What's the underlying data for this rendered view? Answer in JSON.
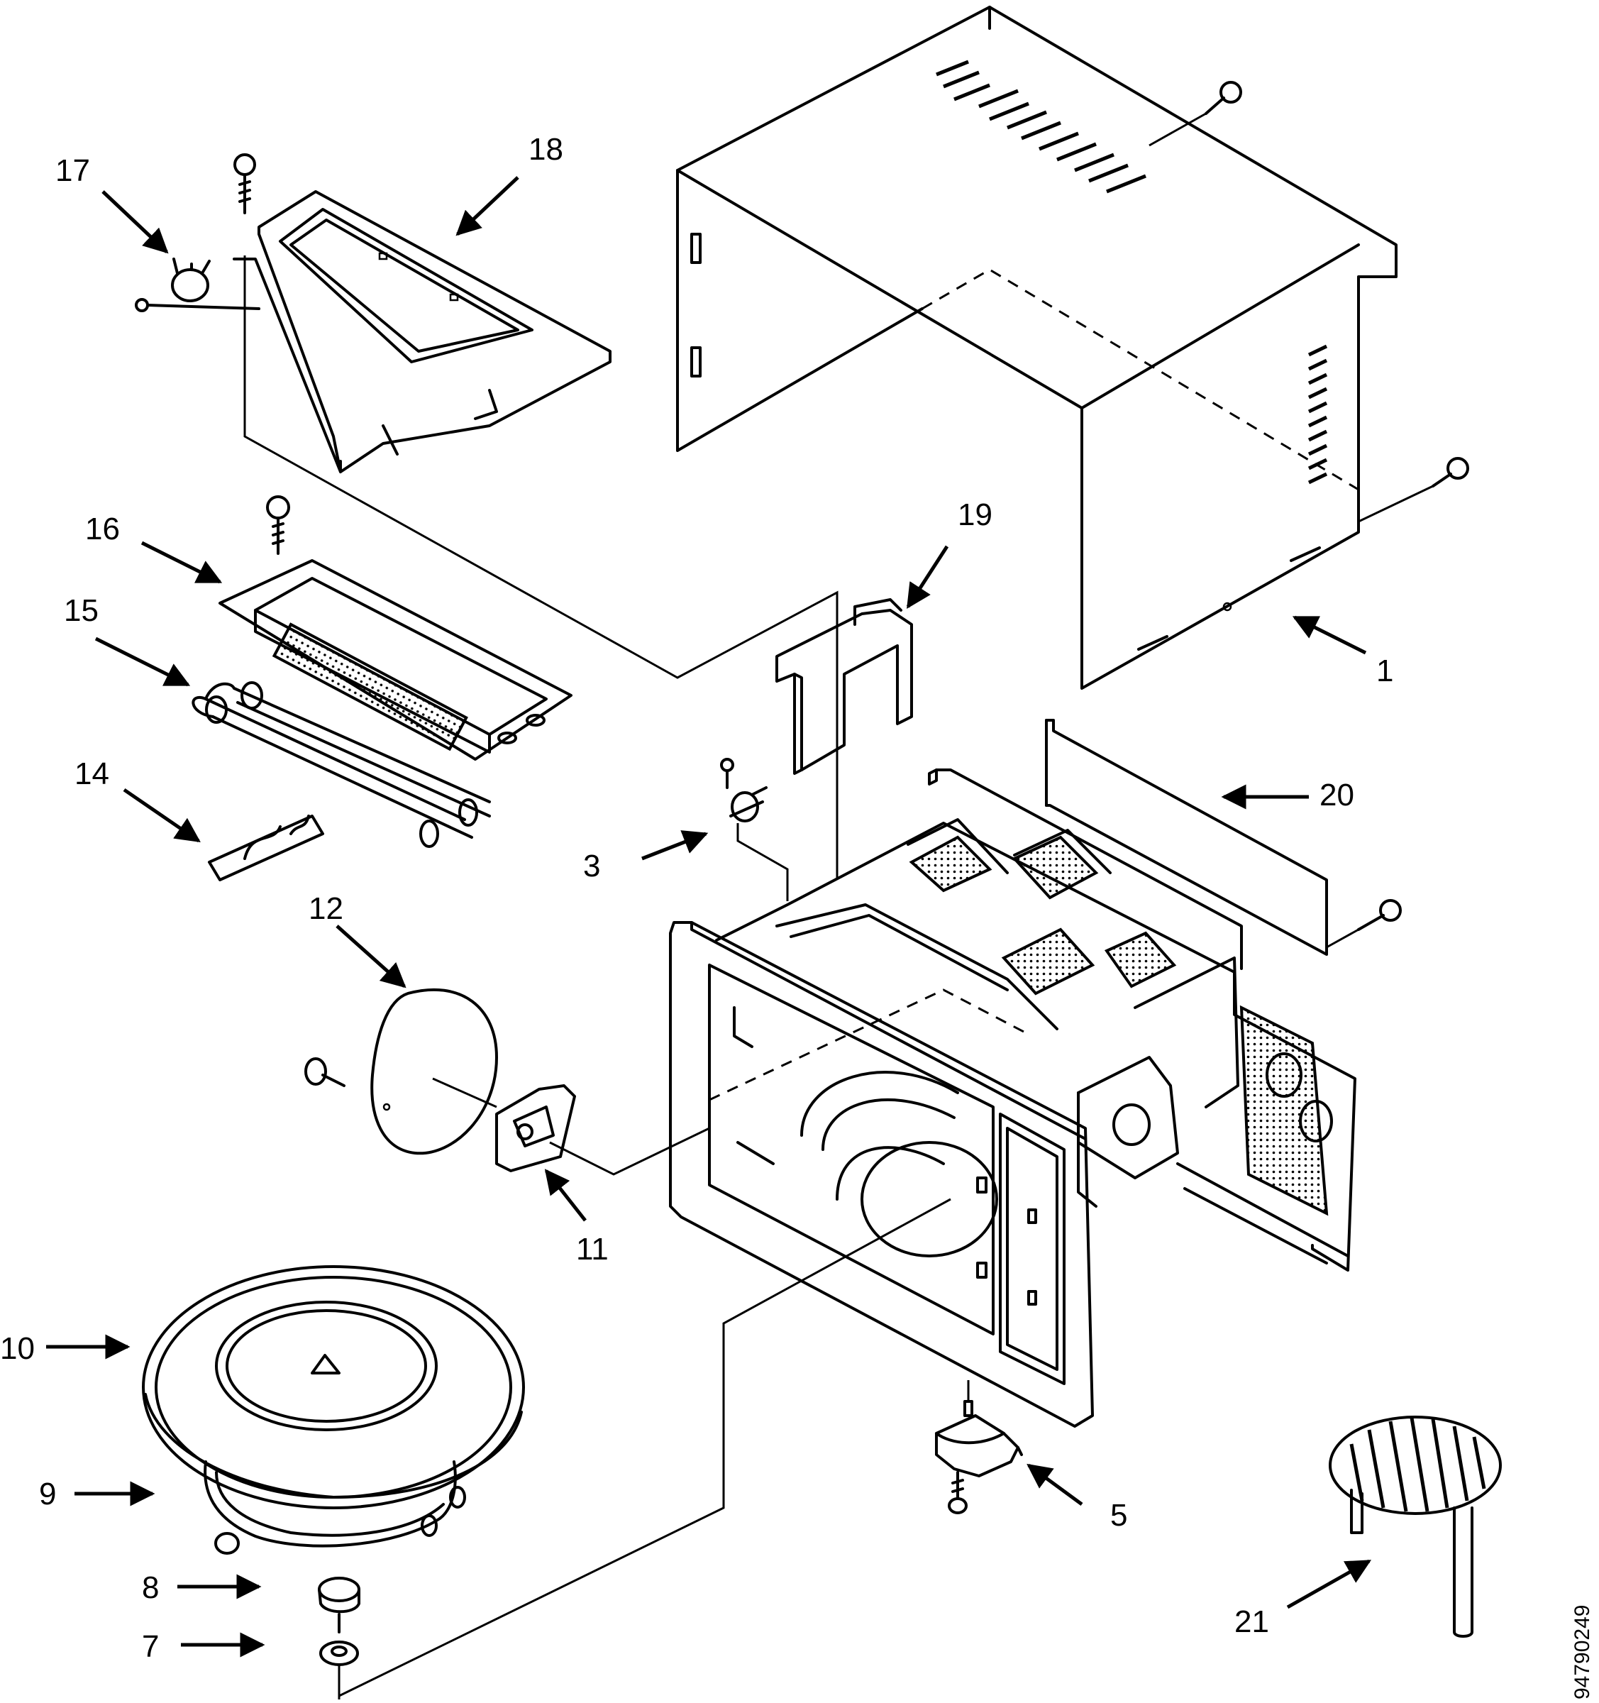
{
  "callouts": {
    "c1": "1",
    "c3": "3",
    "c5": "5",
    "c7": "7",
    "c8": "8",
    "c9": "9",
    "c10": "10",
    "c11": "11",
    "c12": "12",
    "c14": "14",
    "c15": "15",
    "c16": "16",
    "c17": "17",
    "c18": "18",
    "c19": "19",
    "c20": "20",
    "c21": "21"
  },
  "drawing_number": "94790249",
  "colors": {
    "line": "#000000",
    "background": "#ffffff"
  }
}
